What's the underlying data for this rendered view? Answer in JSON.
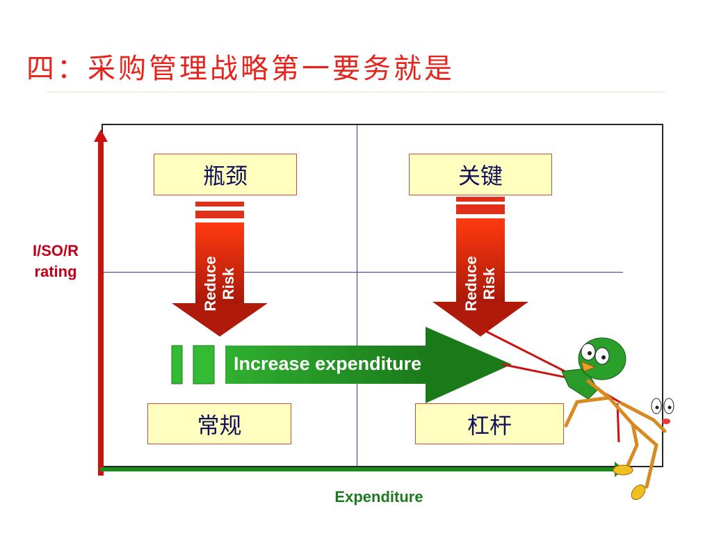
{
  "title": "四：采购管理战略第一要务就是",
  "quadrants": {
    "top_left": "瓶颈",
    "top_right": "关键",
    "bottom_left": "常规",
    "bottom_right": "杠杆"
  },
  "axes": {
    "y_label": "I/SO/R rating",
    "x_label": "Expenditure"
  },
  "arrows": {
    "reduce_risk_left": "Reduce Risk",
    "reduce_risk_right": "Reduce Risk",
    "increase": "Increase expenditure"
  },
  "colors": {
    "title": "#e8231c",
    "quadrant_fill": "#ffffc0",
    "risk_arrow": "#d72a10",
    "expenditure_arrow": "#2aa02a",
    "y_axis": "#cc1111",
    "x_axis": "#1d8a1d"
  }
}
